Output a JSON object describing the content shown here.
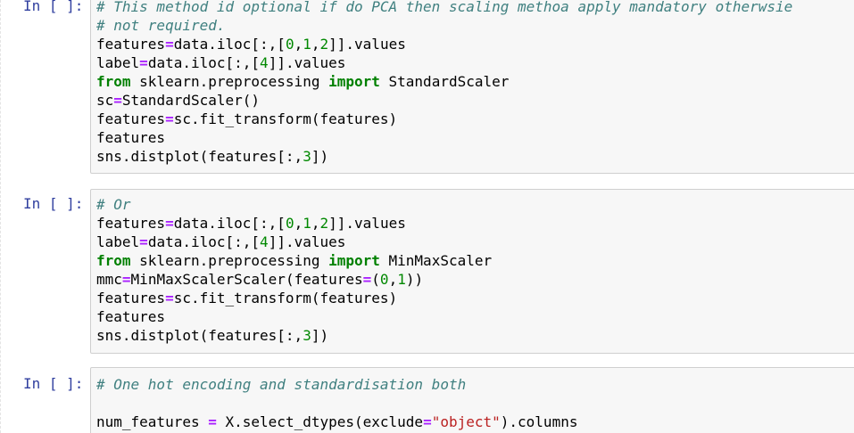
{
  "notebook": {
    "cells": [
      {
        "prompt": "In [ ]:",
        "lines": [
          [
            {
              "t": "comment",
              "v": "# This method id optional if do PCA then scaling methoa apply mandatory otherwsie"
            }
          ],
          [
            {
              "t": "comment",
              "v": "# not required."
            }
          ],
          [
            {
              "t": "var",
              "v": "features"
            },
            {
              "t": "op",
              "v": "="
            },
            {
              "t": "var",
              "v": "data.iloc[:,["
            },
            {
              "t": "num",
              "v": "0"
            },
            {
              "t": "var",
              "v": ","
            },
            {
              "t": "num",
              "v": "1"
            },
            {
              "t": "var",
              "v": ","
            },
            {
              "t": "num",
              "v": "2"
            },
            {
              "t": "var",
              "v": "]].values"
            }
          ],
          [
            {
              "t": "var",
              "v": "label"
            },
            {
              "t": "op",
              "v": "="
            },
            {
              "t": "var",
              "v": "data.iloc[:,["
            },
            {
              "t": "num",
              "v": "4"
            },
            {
              "t": "var",
              "v": "]].values"
            }
          ],
          [
            {
              "t": "kw",
              "v": "from"
            },
            {
              "t": "var",
              "v": " sklearn.preprocessing "
            },
            {
              "t": "kw",
              "v": "import"
            },
            {
              "t": "var",
              "v": " StandardScaler"
            }
          ],
          [
            {
              "t": "var",
              "v": "sc"
            },
            {
              "t": "op",
              "v": "="
            },
            {
              "t": "var",
              "v": "StandardScaler()"
            }
          ],
          [
            {
              "t": "var",
              "v": "features"
            },
            {
              "t": "op",
              "v": "="
            },
            {
              "t": "var",
              "v": "sc.fit_transform(features)"
            }
          ],
          [
            {
              "t": "var",
              "v": "features"
            }
          ],
          [
            {
              "t": "var",
              "v": "sns.distplot(features[:,"
            },
            {
              "t": "num",
              "v": "3"
            },
            {
              "t": "var",
              "v": "])"
            }
          ]
        ]
      },
      {
        "prompt": "In [ ]:",
        "lines": [
          [
            {
              "t": "comment",
              "v": "# Or"
            }
          ],
          [
            {
              "t": "var",
              "v": "features"
            },
            {
              "t": "op",
              "v": "="
            },
            {
              "t": "var",
              "v": "data.iloc[:,["
            },
            {
              "t": "num",
              "v": "0"
            },
            {
              "t": "var",
              "v": ","
            },
            {
              "t": "num",
              "v": "1"
            },
            {
              "t": "var",
              "v": ","
            },
            {
              "t": "num",
              "v": "2"
            },
            {
              "t": "var",
              "v": "]].values"
            }
          ],
          [
            {
              "t": "var",
              "v": "label"
            },
            {
              "t": "op",
              "v": "="
            },
            {
              "t": "var",
              "v": "data.iloc[:,["
            },
            {
              "t": "num",
              "v": "4"
            },
            {
              "t": "var",
              "v": "]].values"
            }
          ],
          [
            {
              "t": "kw",
              "v": "from"
            },
            {
              "t": "var",
              "v": " sklearn.preprocessing "
            },
            {
              "t": "kw",
              "v": "import"
            },
            {
              "t": "var",
              "v": " MinMaxScaler"
            }
          ],
          [
            {
              "t": "var",
              "v": "mmc"
            },
            {
              "t": "op",
              "v": "="
            },
            {
              "t": "var",
              "v": "MinMaxScalerScaler(features"
            },
            {
              "t": "op",
              "v": "="
            },
            {
              "t": "var",
              "v": "("
            },
            {
              "t": "num",
              "v": "0"
            },
            {
              "t": "var",
              "v": ","
            },
            {
              "t": "num",
              "v": "1"
            },
            {
              "t": "var",
              "v": "))"
            }
          ],
          [
            {
              "t": "var",
              "v": "features"
            },
            {
              "t": "op",
              "v": "="
            },
            {
              "t": "var",
              "v": "sc.fit_transform(features)"
            }
          ],
          [
            {
              "t": "var",
              "v": "features"
            }
          ],
          [
            {
              "t": "var",
              "v": "sns.distplot(features[:,"
            },
            {
              "t": "num",
              "v": "3"
            },
            {
              "t": "var",
              "v": "])"
            }
          ]
        ]
      },
      {
        "prompt": "In [ ]:",
        "lines": [
          [
            {
              "t": "comment",
              "v": "# One hot encoding and standardisation both"
            }
          ],
          [
            {
              "t": "var",
              "v": ""
            }
          ],
          [
            {
              "t": "var",
              "v": "num_features "
            },
            {
              "t": "op",
              "v": "="
            },
            {
              "t": "var",
              "v": " X.select_dtypes(exclude"
            },
            {
              "t": "op",
              "v": "="
            },
            {
              "t": "str",
              "v": "\"object\""
            },
            {
              "t": "var",
              "v": ").columns"
            }
          ]
        ]
      }
    ]
  },
  "colors": {
    "prompt": "#303f9f",
    "comment": "#408080",
    "operator": "#aa22ff",
    "number": "#008800",
    "keyword": "#008000",
    "string": "#ba2121",
    "cell_background": "#f7f7f7",
    "cell_border": "#cfcfcf"
  }
}
